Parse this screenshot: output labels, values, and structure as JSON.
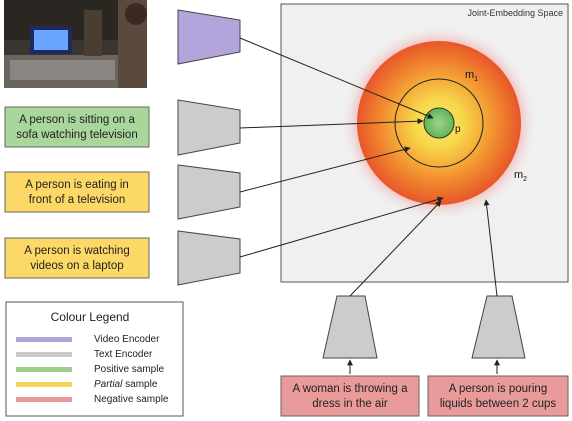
{
  "space": {
    "title": "Joint-Embedding Space"
  },
  "points": {
    "p": "p",
    "m1": "m",
    "m1_sub": "1",
    "m2": "m",
    "m2_sub": "2"
  },
  "captions": {
    "positive": [
      "A person is sitting on a",
      "sofa watching television"
    ],
    "partial_1": [
      "A person is eating in",
      "front of a television"
    ],
    "partial_2": [
      "A person is watching",
      "videos on a laptop"
    ],
    "negative_1": [
      "A woman is throwing a",
      "dress in the air"
    ],
    "negative_2": [
      "A person is pouring",
      "liquids between 2 cups"
    ]
  },
  "legend": {
    "title": "Colour Legend",
    "items": [
      {
        "label": "Video Encoder",
        "color": "#b4a4dc"
      },
      {
        "label": "Text Encoder",
        "color": "#c9c9c9"
      },
      {
        "label": "Positive sample",
        "color": "#9ccf8c"
      },
      {
        "label_italic": "Partial",
        "label_rest": " sample",
        "color": "#f5d35a"
      },
      {
        "label": "Negative sample",
        "color": "#e9989a"
      }
    ]
  },
  "colors": {
    "video_encoder": "#b4a4dc",
    "text_encoder": "#cccccc",
    "positive": "#a8d69b",
    "partial": "#fcd866",
    "negative": "#e99b9b",
    "space_bg": "#f0f0f0",
    "p_region": "#6cbf5e"
  },
  "video_thumbnail": {
    "description_icon": "tv-scene-image"
  }
}
